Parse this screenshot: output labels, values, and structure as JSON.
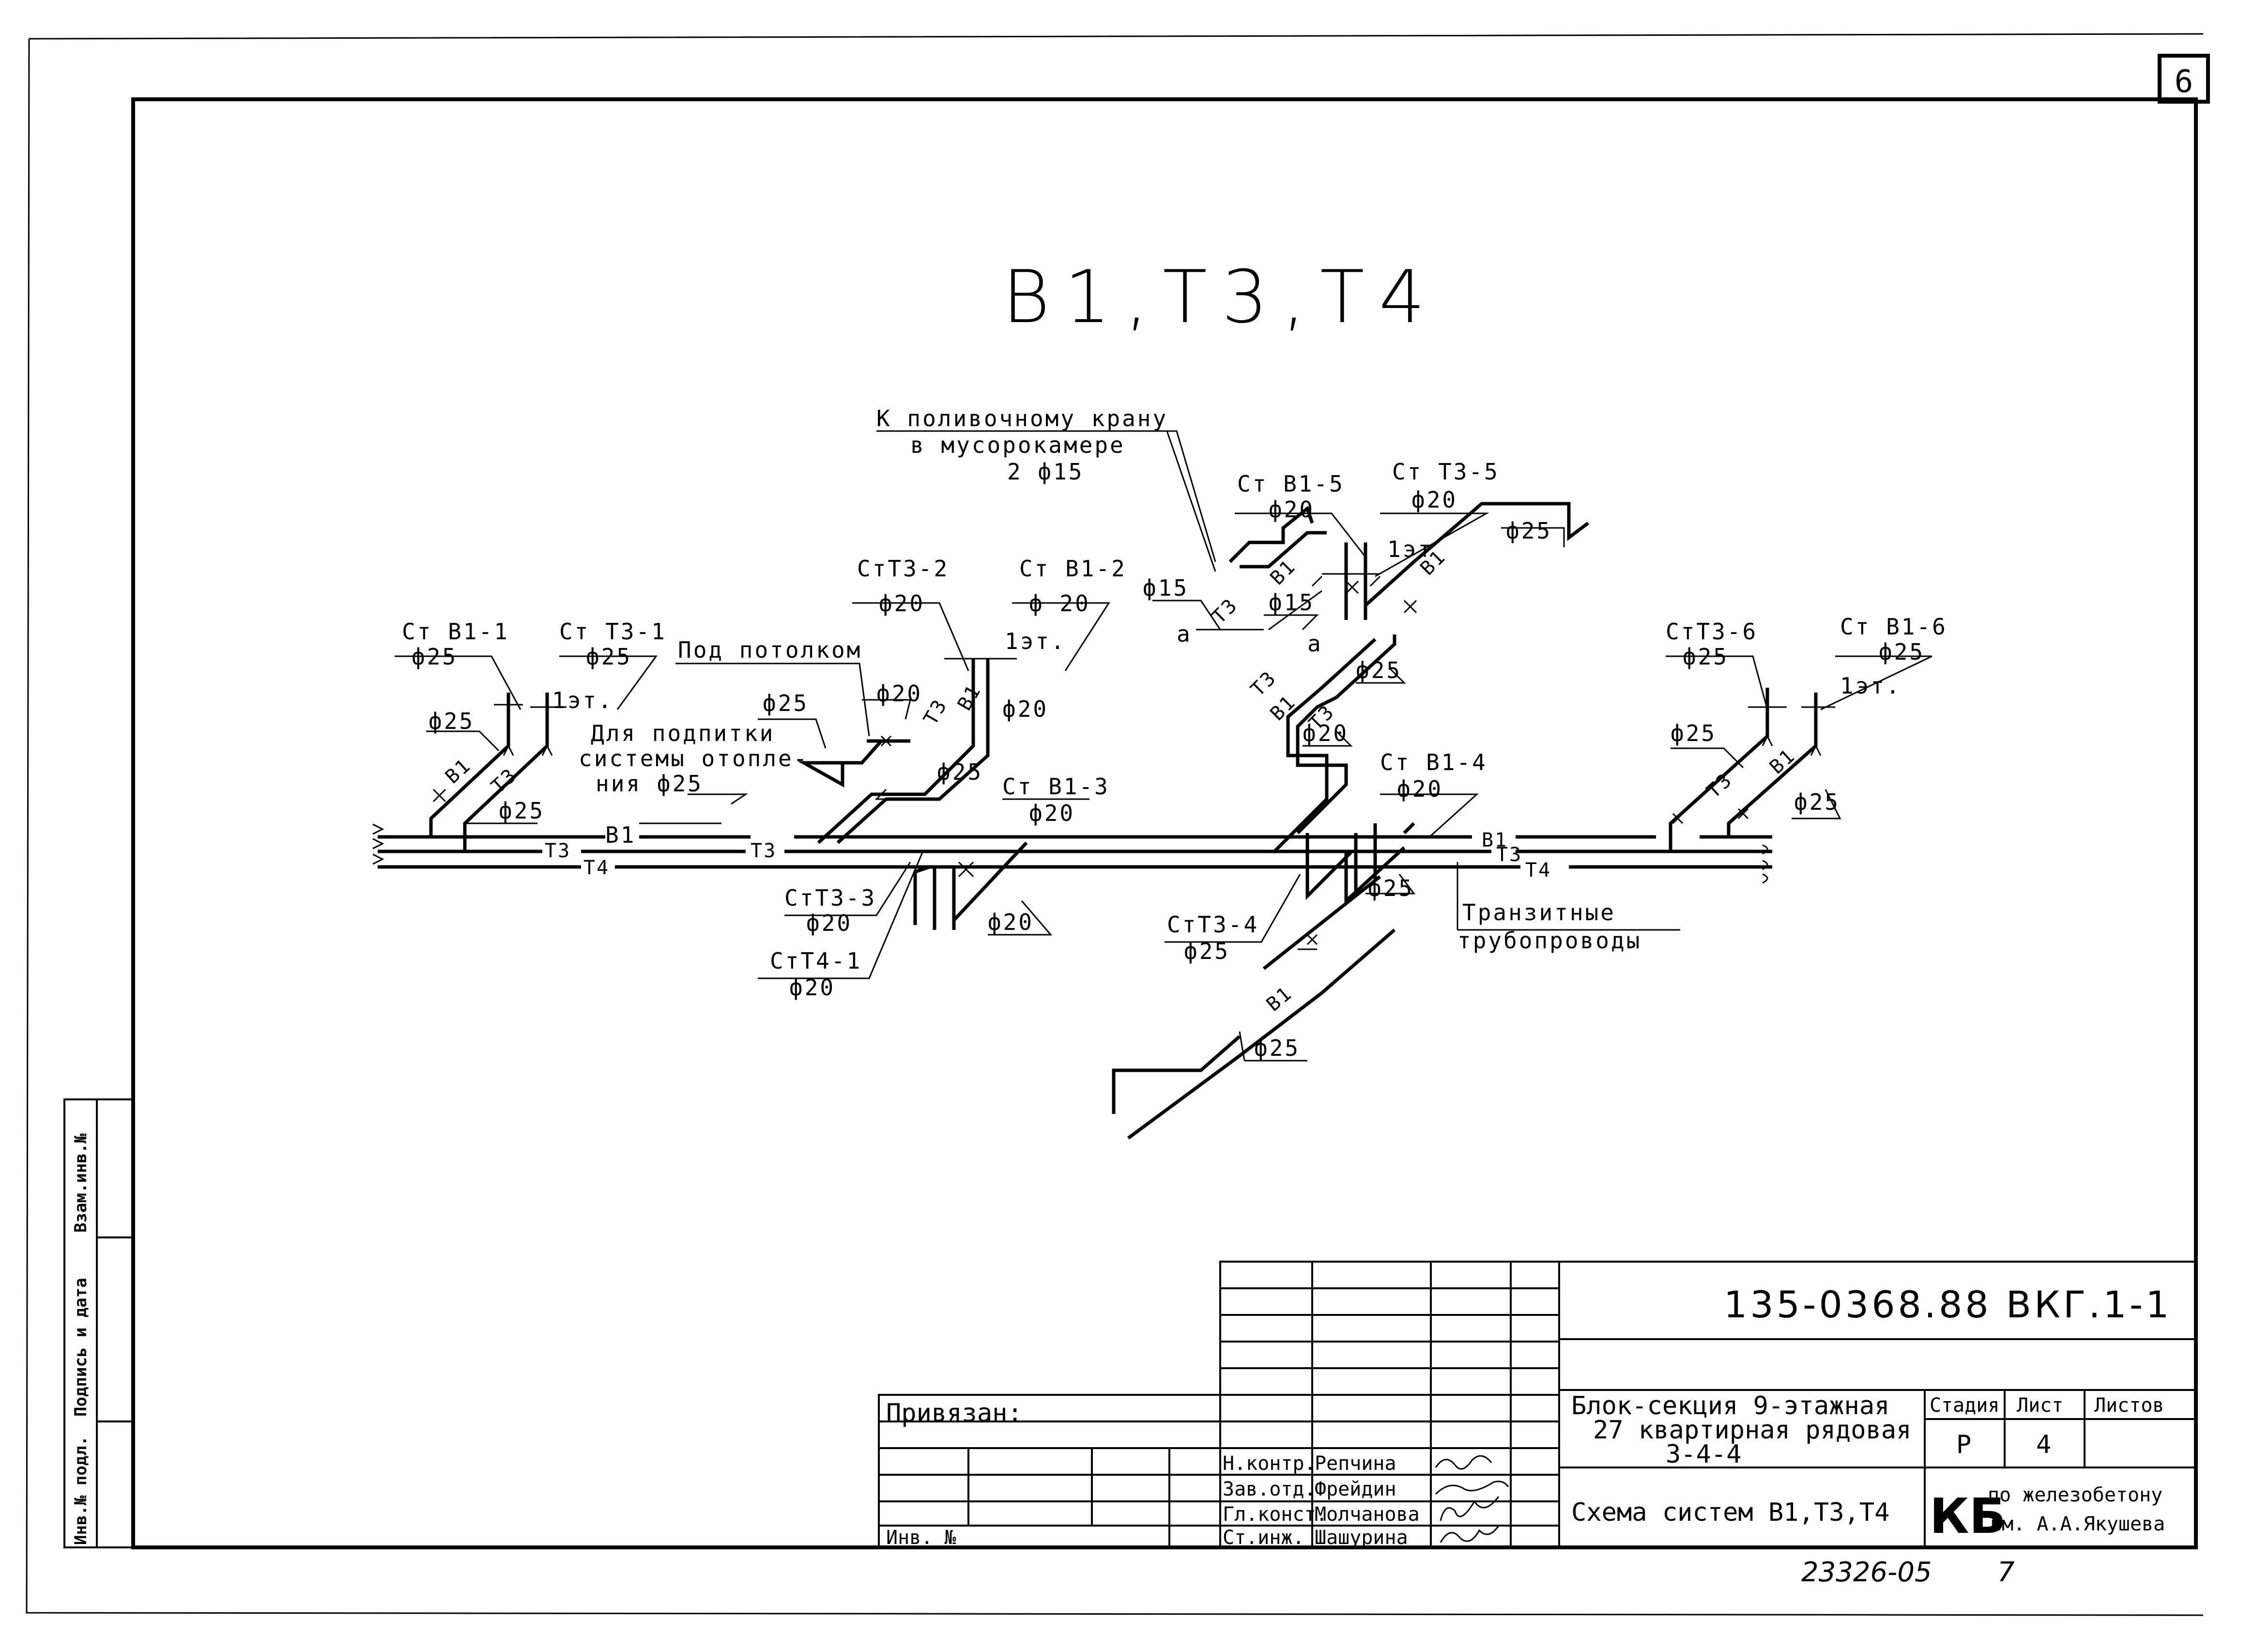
{
  "sheet_number": "6",
  "title": "В1,Т3,Т4",
  "labels": {
    "st_v1_1": "Ст В1-1",
    "st_v1_1_d": "ф25",
    "st_t3_1": "Ст Т3-1",
    "st_t3_1_d": "ф25",
    "st_t3_2": "СтТ3-2",
    "st_t3_2_d": "ф20",
    "st_v1_2": "Ст В1-2",
    "st_v1_2_d": "ф 20",
    "st_v1_3": "Ст В1-3",
    "st_v1_3_d": "ф20",
    "st_t3_3": "СтТ3-3",
    "st_t3_3_d": "ф20",
    "st_t4_1": "СтТ4-1",
    "st_t4_1_d": "ф20",
    "st_v1_4": "Ст В1-4",
    "st_v1_4_d": "ф20",
    "st_t3_4": "СтТ3-4",
    "st_t3_4_d": "ф25",
    "st_v1_5": "Ст В1-5",
    "st_v1_5_d": "ф20",
    "st_t3_5": "Ст Т3-5",
    "st_t3_5_d": "ф20",
    "st_t3_6": "СтТ3-6",
    "st_t3_6_d": "ф25",
    "st_v1_6": "Ст В1-6",
    "st_v1_6_d": "ф25",
    "under_ceiling": "Под потолком",
    "makeup_1": "Для подпитки",
    "makeup_2": "системы отопле-",
    "makeup_3": "ния ф25",
    "hose_1": "К поливочному крану",
    "hose_2": "в мусорокамере",
    "hose_3": "2 ф15",
    "transit_1": "Транзитные",
    "transit_2": "трубопроводы",
    "floor_1": "1эт.",
    "floor_2": "1эт.",
    "floor_3": "1эт",
    "floor_4": "1эт.",
    "d25_a": "ф25",
    "d25_b": "ф25",
    "d25_c": "ф25",
    "d25_d": "ф25",
    "d25_e": "ф25",
    "d25_f": "ф25",
    "d25_g": "ф25",
    "d25_h": "ф25",
    "d25_i": "ф25",
    "d25_j": "ф25",
    "d20_a": "ф20",
    "d20_b": "ф20",
    "d20_c": "ф20",
    "d20_d": "ф20",
    "d15_a": "ф15",
    "d15_b": "ф15",
    "mark_a1": "а",
    "mark_a2": "а",
    "pipe_v1": "В1",
    "pipe_t3": "Т3",
    "pipe_t4": "Т4",
    "pipe_t3_b": "Т3",
    "pipe_v1_b": "В1",
    "pipe_t3_c": "Т3",
    "pipe_t4_c": "Т4",
    "riser_v1": "В1",
    "riser_t3": "Т3",
    "riser_v1_2": "В1",
    "riser_t3_2": "Т3",
    "riser_v1_3": "В1",
    "riser_t3_3": "Т3",
    "riser_v1_4": "В1",
    "riser_t3_4": "Т3",
    "riser_v1_5": "В1",
    "riser_t3_5": "Т3",
    "riser_v1_6": "В1",
    "riser_t3_6": "Т3",
    "riser_v1_7": "В1"
  },
  "title_block": {
    "doc_code": "135-0368.88 ВКГ.1-1",
    "project_1": "Блок-секция 9-этажная",
    "project_2": "27 квартирная рядовая",
    "project_3": "3-4-4",
    "stage_header": "Стадия",
    "sheet_header": "Лист",
    "sheets_header": "Листов",
    "stage": "Р",
    "sheet": "4",
    "sheets": "",
    "drawing_name": "Схема систем В1,Т3,Т4",
    "org_1": "по железобетону",
    "org_2": "им. А.А.Якушева",
    "org_logo": "КБ",
    "tied_to": "Привязан:",
    "inv_no": "Инв. №",
    "roles": [
      "Н.контр.",
      "Зав.отд.",
      "Гл.конст.",
      "Ст.инж."
    ],
    "names": [
      "Репчина",
      "Фрейдин",
      "Молчанова",
      "Шашурина"
    ],
    "footer_number": "23326-05",
    "footer_mark": "7"
  },
  "side_stamp": {
    "col_1": "Инв.№ подл.",
    "col_2": "Подпись и дата",
    "col_3": "Взам.инв.№"
  }
}
